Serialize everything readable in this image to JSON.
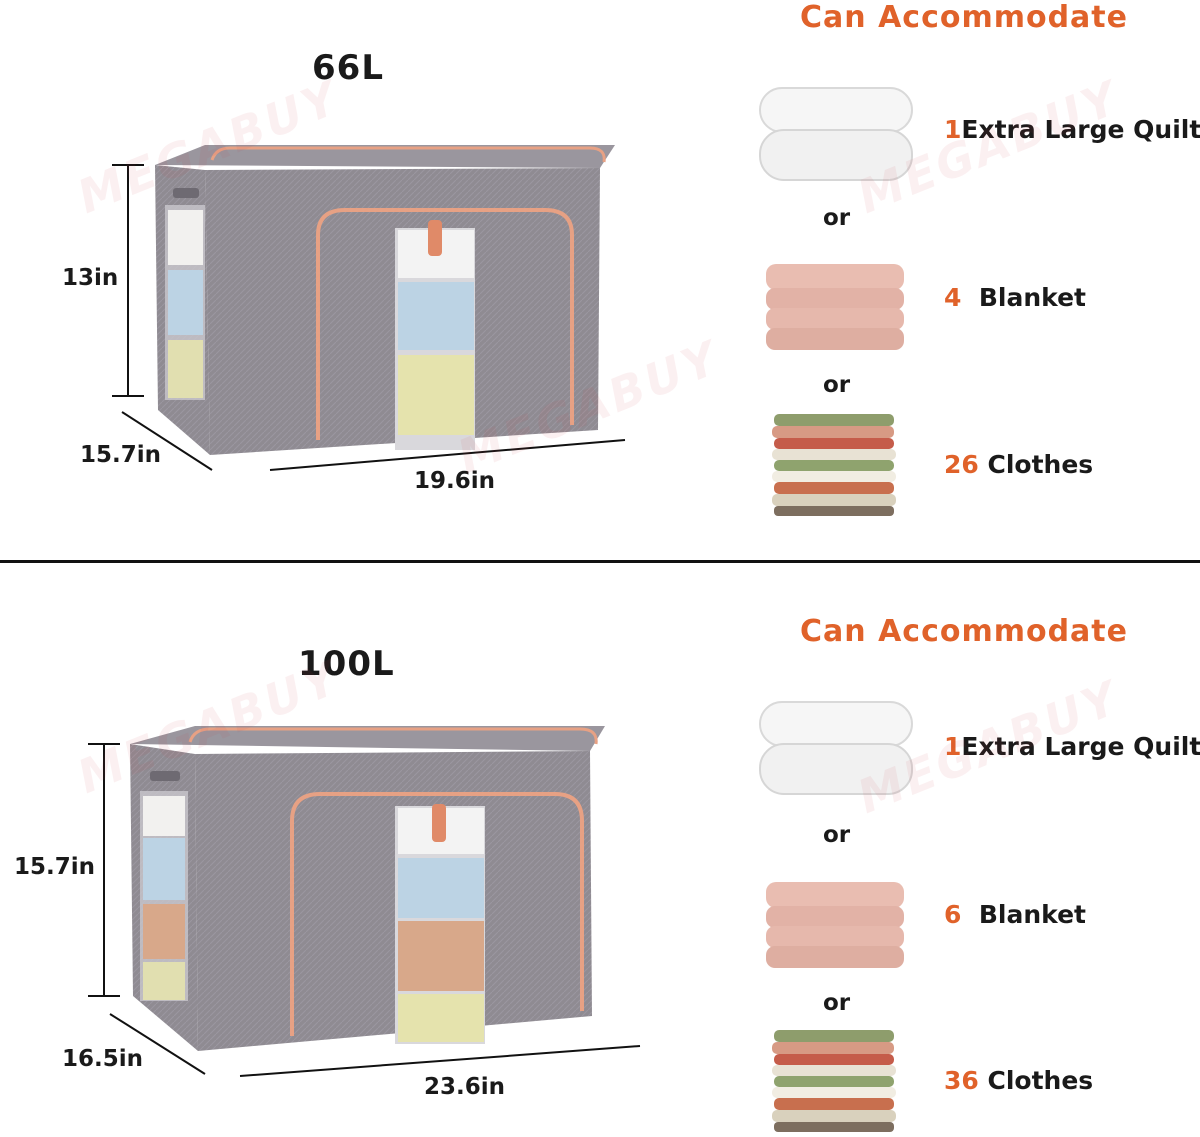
{
  "watermark": "MEGABUY",
  "colors": {
    "accent": "#e0622a",
    "box_fabric": "#8e8a91",
    "zipper": "#e7a184"
  },
  "panels": [
    {
      "capacity": "66L",
      "dims": {
        "height": "13in",
        "depth": "15.7in",
        "width": "19.6in"
      },
      "heading": "Can Accommodate",
      "items": [
        {
          "num": "1",
          "text": "Extra Large Quilt",
          "image": "white-quilt"
        },
        {
          "num": "4",
          "text": "Blanket",
          "image": "pink-blankets"
        },
        {
          "num": "26",
          "text": "Clothes",
          "image": "clothes-stack"
        }
      ],
      "or_label": "or"
    },
    {
      "capacity": "100L",
      "dims": {
        "height": "15.7in",
        "depth": "16.5in",
        "width": "23.6in"
      },
      "heading": "Can Accommodate",
      "items": [
        {
          "num": "1",
          "text": "Extra Large Quilt",
          "image": "white-quilt"
        },
        {
          "num": "6",
          "text": "Blanket",
          "image": "pink-blankets"
        },
        {
          "num": "36",
          "text": "Clothes",
          "image": "clothes-stack"
        }
      ],
      "or_label": "or"
    }
  ]
}
